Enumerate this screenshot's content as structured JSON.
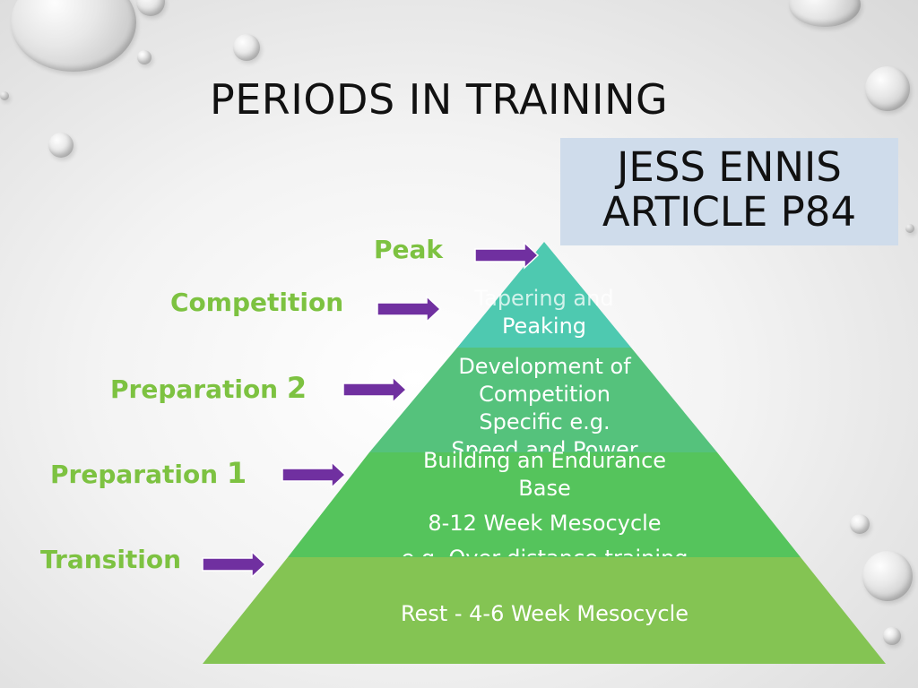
{
  "title": "PERIODS IN TRAINING",
  "callout": {
    "line1": "JESS ENNIS",
    "line2": "ARTICLE P84"
  },
  "phases": {
    "peak": "Peak",
    "competition": "Competition",
    "preparation2_label": "Preparation",
    "preparation2_num": "2",
    "preparation1_label": "Preparation",
    "preparation1_num": "1",
    "transition": "Transition"
  },
  "pyramid": {
    "tier1": {
      "line1": "Tapering and",
      "line2": "Peaking"
    },
    "tier2": {
      "line1": "Development of",
      "line2": "Competition",
      "line3": "Specific e.g.",
      "line4": "Speed and Power"
    },
    "tier3": {
      "line1": "Building an Endurance",
      "line2": "Base",
      "line3": "8-12 Week Mesocycle",
      "line4": "e.g. Over-distance training"
    },
    "tier4": {
      "line1": "Rest  - 4-6 Week Mesocycle"
    }
  },
  "colors": {
    "tier1": "#4ec9b0",
    "tier2": "#55c27c",
    "tier3": "#55c45c",
    "tier4": "#84c453",
    "arrow": "#7030a0",
    "phase_text": "#7dc241",
    "callout_bg": "#cfdceb"
  }
}
